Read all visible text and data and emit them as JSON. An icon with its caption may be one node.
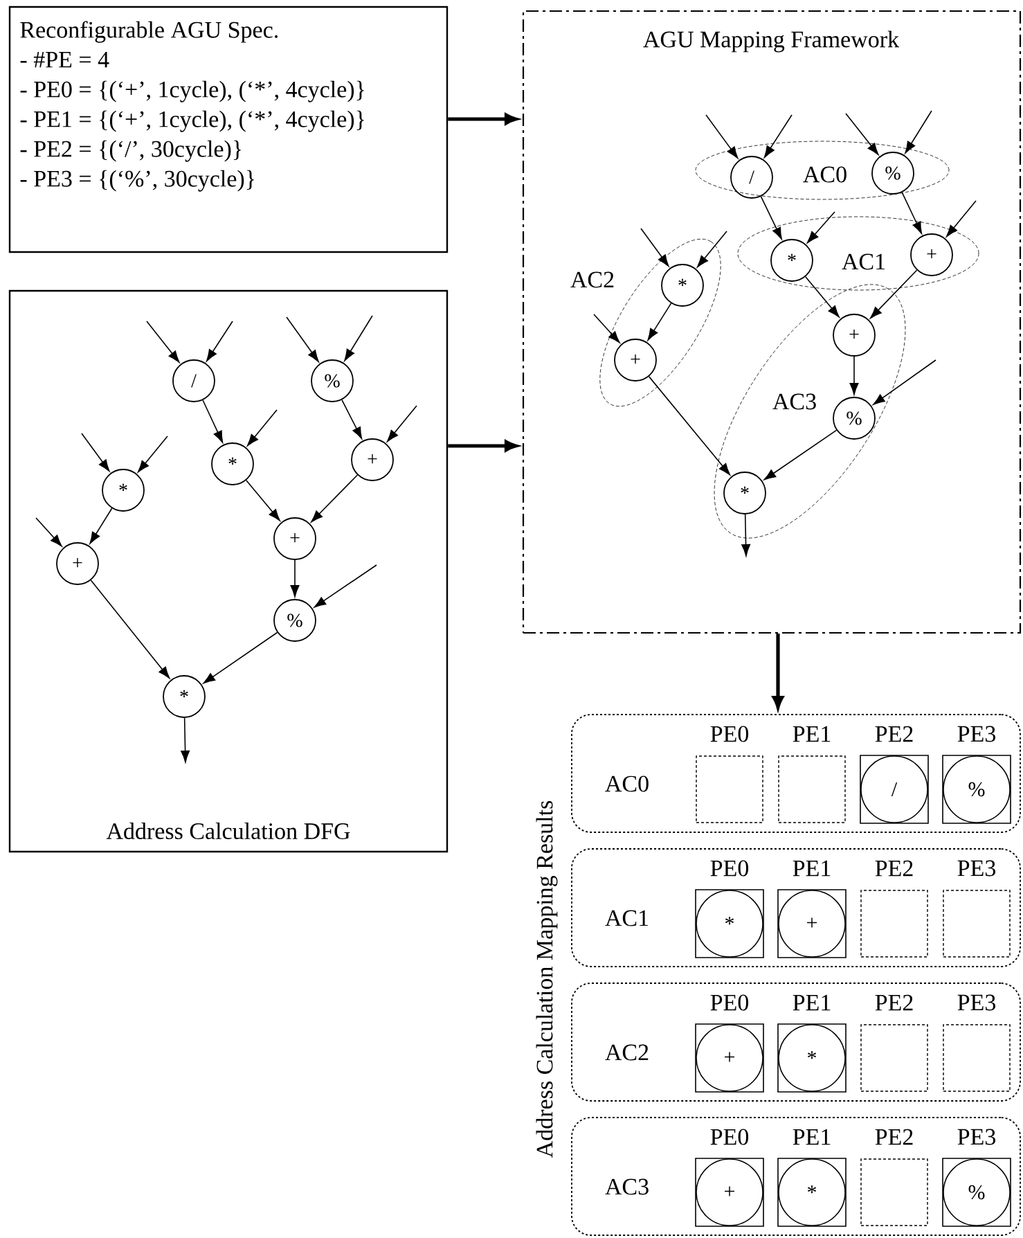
{
  "diagram": {
    "nodes": [
      {
        "text": [
          "Reconfigurable AGU Spec.",
          "- #PE = 4",
          "- PE0 = {(‘+’, 1cycle), (‘*’, 4cycle)}",
          "- PE1 = {(‘+’, 1cycle), (‘*’, 4cycle)}",
          "- PE2 = {(‘/’, 30cycle)}",
          "- PE3 = {(‘%’, 30cycle)}"
        ]
      },
      {
        "text": [
          "Address Calculation DFG"
        ]
      },
      {
        "text": [
          "/"
        ],
        "in": 1
      },
      {
        "text": [
          "%"
        ],
        "in": 1
      },
      {
        "text": [
          "*"
        ],
        "in": 1
      },
      {
        "text": [
          "+"
        ],
        "in": 1
      },
      {
        "text": [
          "*"
        ],
        "in": 1
      },
      {
        "text": [
          "+"
        ],
        "in": 1
      },
      {
        "text": [
          "+"
        ],
        "in": 1
      },
      {
        "text": [
          "%"
        ],
        "in": 1
      },
      {
        "text": [
          "*"
        ],
        "in": 1
      },
      {
        "text": [
          "AGU Mapping Framework"
        ]
      },
      {
        "text": [
          "AC0"
        ],
        "in": 11
      },
      {
        "text": [
          "/"
        ],
        "in": 12
      },
      {
        "text": [
          "%"
        ],
        "in": 12
      },
      {
        "text": [
          "AC1"
        ],
        "in": 11
      },
      {
        "text": [
          "*"
        ],
        "in": 15
      },
      {
        "text": [
          "+"
        ],
        "in": 15
      },
      {
        "text": [
          "AC2"
        ],
        "in": 11
      },
      {
        "text": [
          "*"
        ],
        "in": 18
      },
      {
        "text": [
          "+"
        ],
        "in": 18
      },
      {
        "text": [
          "AC3"
        ],
        "in": 11
      },
      {
        "text": [
          "+"
        ],
        "in": 21
      },
      {
        "text": [
          "%"
        ],
        "in": 21
      },
      {
        "text": [
          "*"
        ],
        "in": 21
      },
      {
        "text": [
          "AC0"
        ]
      },
      {
        "text": [
          "PE0"
        ],
        "in": 25
      },
      {
        "text": [
          "PE1"
        ],
        "in": 25
      },
      {
        "text": [
          "PE2",
          "/"
        ],
        "in": 25
      },
      {
        "text": [
          "PE3",
          "%"
        ],
        "in": 25
      },
      {
        "text": [
          "AC1"
        ]
      },
      {
        "text": [
          "PE0",
          "*"
        ],
        "in": 30
      },
      {
        "text": [
          "PE1",
          "+"
        ],
        "in": 30
      },
      {
        "text": [
          "PE2"
        ],
        "in": 30
      },
      {
        "text": [
          "PE3"
        ],
        "in": 30
      },
      {
        "text": [
          "AC2"
        ]
      },
      {
        "text": [
          "PE0",
          "+"
        ],
        "in": 35
      },
      {
        "text": [
          "PE1",
          "*"
        ],
        "in": 35
      },
      {
        "text": [
          "PE2"
        ],
        "in": 35
      },
      {
        "text": [
          "PE3"
        ],
        "in": 35
      },
      {
        "text": [
          "AC3"
        ]
      },
      {
        "text": [
          "PE0",
          "+"
        ],
        "in": 40
      },
      {
        "text": [
          "PE1",
          "*"
        ],
        "in": 40
      },
      {
        "text": [
          "PE2"
        ],
        "in": 40
      },
      {
        "text": [
          "PE3",
          "%"
        ],
        "in": 40
      }
    ],
    "edges": [
      {
        "from": 0,
        "to": 11,
        "arrow": "to",
        "style": "thick"
      },
      {
        "from": 1,
        "to": 11,
        "arrow": "to",
        "style": "thick"
      },
      {
        "from": null,
        "to": 2,
        "arrow": "to"
      },
      {
        "from": null,
        "to": 2,
        "arrow": "to"
      },
      {
        "from": null,
        "to": 3,
        "arrow": "to"
      },
      {
        "from": null,
        "to": 3,
        "arrow": "to"
      },
      {
        "from": 2,
        "to": 4,
        "arrow": "to"
      },
      {
        "from": null,
        "to": 4,
        "arrow": "to"
      },
      {
        "from": 3,
        "to": 5,
        "arrow": "to"
      },
      {
        "from": null,
        "to": 5,
        "arrow": "to"
      },
      {
        "from": null,
        "to": 6,
        "arrow": "to"
      },
      {
        "from": null,
        "to": 6,
        "arrow": "to"
      },
      {
        "from": 6,
        "to": 7,
        "arrow": "to"
      },
      {
        "from": null,
        "to": 7,
        "arrow": "to"
      },
      {
        "from": 4,
        "to": 8,
        "arrow": "to"
      },
      {
        "from": 5,
        "to": 8,
        "arrow": "to"
      },
      {
        "from": 8,
        "to": 9,
        "arrow": "to"
      },
      {
        "from": null,
        "to": 9,
        "arrow": "to"
      },
      {
        "from": 7,
        "to": 10,
        "arrow": "to"
      },
      {
        "from": 9,
        "to": 10,
        "arrow": "to"
      },
      {
        "from": 10,
        "to": null,
        "arrow": "to"
      },
      {
        "from": null,
        "to": 13,
        "arrow": "to"
      },
      {
        "from": null,
        "to": 13,
        "arrow": "to"
      },
      {
        "from": null,
        "to": 14,
        "arrow": "to"
      },
      {
        "from": null,
        "to": 14,
        "arrow": "to"
      },
      {
        "from": 13,
        "to": 16,
        "arrow": "to"
      },
      {
        "from": null,
        "to": 16,
        "arrow": "to"
      },
      {
        "from": 14,
        "to": 17,
        "arrow": "to"
      },
      {
        "from": null,
        "to": 17,
        "arrow": "to"
      },
      {
        "from": null,
        "to": 19,
        "arrow": "to"
      },
      {
        "from": null,
        "to": 19,
        "arrow": "to"
      },
      {
        "from": 19,
        "to": 20,
        "arrow": "to"
      },
      {
        "from": null,
        "to": 20,
        "arrow": "to"
      },
      {
        "from": 16,
        "to": 22,
        "arrow": "to"
      },
      {
        "from": 17,
        "to": 22,
        "arrow": "to"
      },
      {
        "from": 22,
        "to": 23,
        "arrow": "to"
      },
      {
        "from": null,
        "to": 23,
        "arrow": "to"
      },
      {
        "from": 20,
        "to": 24,
        "arrow": "to"
      },
      {
        "from": 23,
        "to": 24,
        "arrow": "to"
      },
      {
        "from": 24,
        "to": null,
        "arrow": "to"
      },
      {
        "from": 11,
        "to": 25,
        "arrow": "to",
        "style": "thick"
      }
    ],
    "labels": [
      "Address Calculation Mapping Results"
    ]
  }
}
